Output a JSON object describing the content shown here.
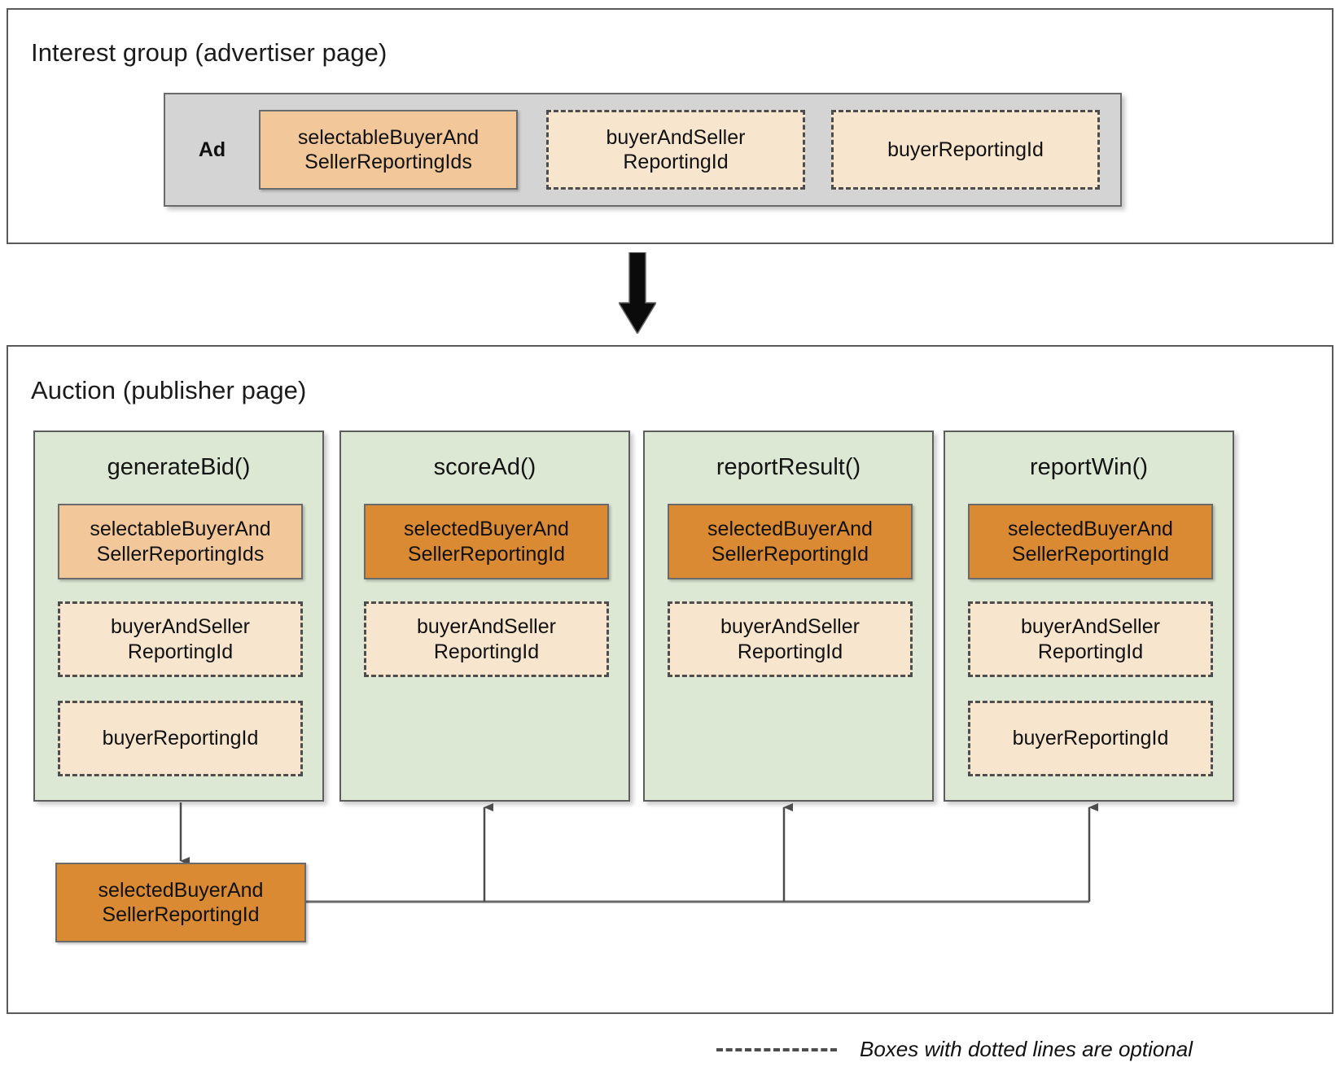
{
  "interest_group": {
    "title": "Interest group (advertiser page)",
    "ad_label": "Ad",
    "fields": [
      {
        "label": "selectableBuyerAnd\nSellerReportingIds",
        "style": "solid-light",
        "optional": false
      },
      {
        "label": "buyerAndSeller\nReportingId",
        "style": "dotted-cream",
        "optional": true
      },
      {
        "label": "buyerReportingId",
        "style": "dotted-cream",
        "optional": true
      }
    ]
  },
  "flow_arrow": {
    "direction": "down",
    "icon": "down-arrow-icon"
  },
  "auction": {
    "title": "Auction (publisher page)",
    "columns": [
      {
        "name": "generateBid()",
        "items": [
          {
            "label": "selectableBuyerAnd\nSellerReportingIds",
            "style": "solid-light",
            "optional": false
          },
          {
            "label": "buyerAndSeller\nReportingId",
            "style": "dotted-cream",
            "optional": true
          },
          {
            "label": "buyerReportingId",
            "style": "dotted-cream",
            "optional": true
          }
        ]
      },
      {
        "name": "scoreAd()",
        "items": [
          {
            "label": "selectedBuyerAnd\nSellerReportingId",
            "style": "solid-dark",
            "optional": false
          },
          {
            "label": "buyerAndSeller\nReportingId",
            "style": "dotted-cream",
            "optional": true
          }
        ]
      },
      {
        "name": "reportResult()",
        "items": [
          {
            "label": "selectedBuyerAnd\nSellerReportingId",
            "style": "solid-dark",
            "optional": false
          },
          {
            "label": "buyerAndSeller\nReportingId",
            "style": "dotted-cream",
            "optional": true
          }
        ]
      },
      {
        "name": "reportWin()",
        "items": [
          {
            "label": "selectedBuyerAnd\nSellerReportingId",
            "style": "solid-dark",
            "optional": false
          },
          {
            "label": "buyerAndSeller\nReportingId",
            "style": "dotted-cream",
            "optional": true
          },
          {
            "label": "buyerReportingId",
            "style": "dotted-cream",
            "optional": true
          }
        ]
      }
    ],
    "output_box": {
      "label": "selectedBuyerAnd\nSellerReportingId",
      "style": "solid-dark"
    }
  },
  "legend": {
    "dash_icon": "dashed-line-icon",
    "text": "Boxes with dotted lines are optional"
  },
  "colors": {
    "solid_light_fill": "#F2C79A",
    "solid_dark_fill": "#D98A33",
    "dotted_fill": "#F7E5CE",
    "column_fill": "#DCE8D4",
    "ad_fill": "#D4D4D4",
    "border": "#5A5A5A",
    "arrow": "#4D4D4D"
  }
}
